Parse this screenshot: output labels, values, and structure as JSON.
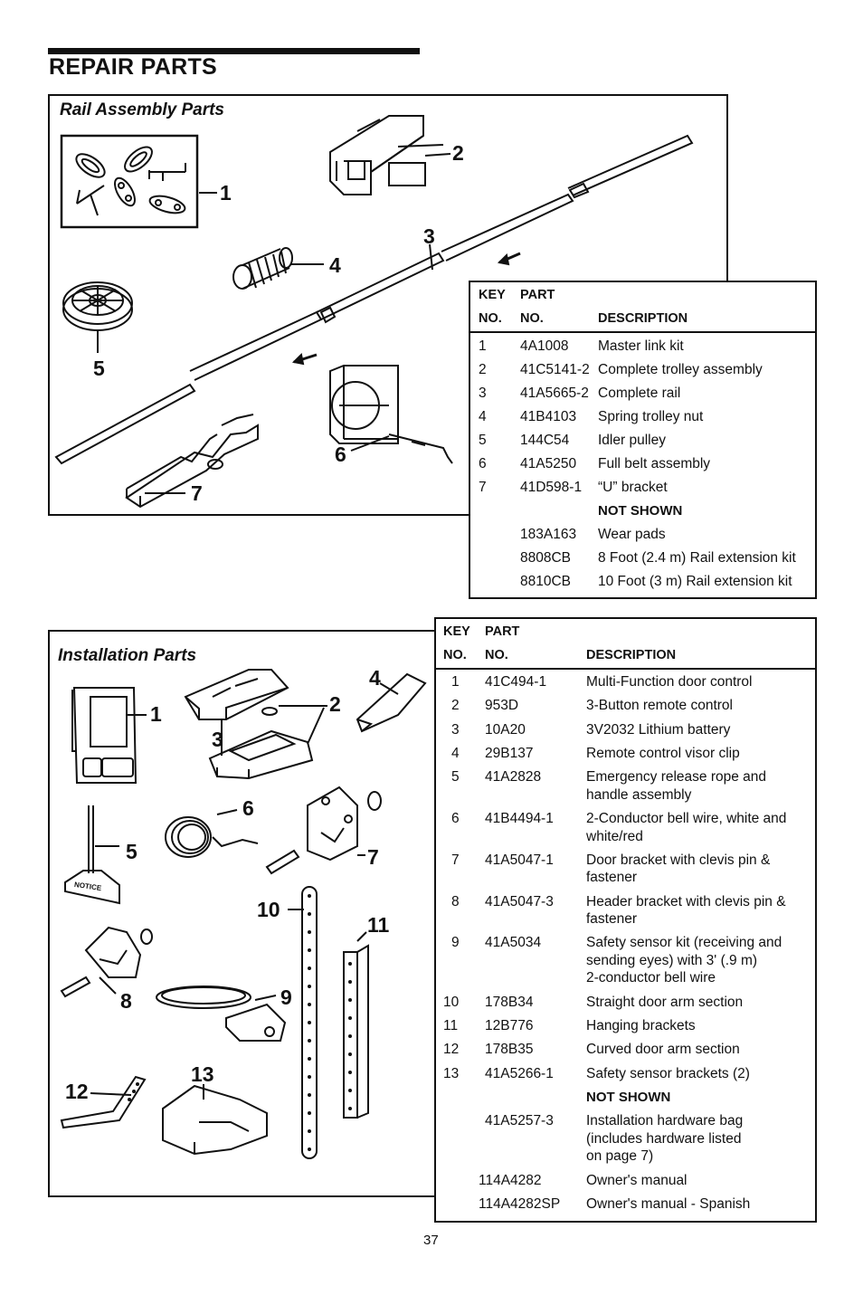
{
  "page": {
    "title": "REPAIR PARTS",
    "page_number": "37"
  },
  "rail": {
    "section_title": "Rail Assembly Parts",
    "callouts": [
      "1",
      "2",
      "3",
      "4",
      "5",
      "6",
      "7"
    ],
    "table": {
      "headers": {
        "key_top": "KEY",
        "key_bottom": "NO.",
        "part_top": "PART",
        "part_bottom": "NO.",
        "description": "DESCRIPTION"
      },
      "rows": [
        {
          "key": "1",
          "part": "4A1008",
          "desc": "Master link kit"
        },
        {
          "key": "2",
          "part": "41C5141-2",
          "desc": "Complete trolley assembly"
        },
        {
          "key": "3",
          "part": "41A5665-2",
          "desc": "Complete rail"
        },
        {
          "key": "4",
          "part": "41B4103",
          "desc": "Spring trolley nut"
        },
        {
          "key": "5",
          "part": "144C54",
          "desc": "Idler pulley"
        },
        {
          "key": "6",
          "part": "41A5250",
          "desc": "Full belt assembly"
        },
        {
          "key": "7",
          "part": "41D598-1",
          "desc": "“U” bracket"
        }
      ],
      "not_shown_label": "NOT SHOWN",
      "not_shown": [
        {
          "part": "183A163",
          "desc": "Wear pads"
        },
        {
          "part": "8808CB",
          "desc": "8 Foot (2.4 m) Rail extension kit"
        },
        {
          "part": "8810CB",
          "desc": "10 Foot (3 m) Rail extension kit"
        }
      ]
    }
  },
  "install": {
    "section_title": "Installation Parts",
    "callouts": [
      "1",
      "2",
      "3",
      "4",
      "5",
      "6",
      "7",
      "8",
      "9",
      "10",
      "11",
      "12",
      "13"
    ],
    "notice_label": "NOTICE",
    "table": {
      "headers": {
        "key_top": "KEY",
        "key_bottom": "NO.",
        "part_top": "PART",
        "part_bottom": "NO.",
        "description": "DESCRIPTION"
      },
      "rows": [
        {
          "key": "1",
          "part": "41C494-1",
          "desc": [
            "Multi-Function door control"
          ]
        },
        {
          "key": "2",
          "part": "953D",
          "desc": [
            "3-Button remote control"
          ]
        },
        {
          "key": "3",
          "part": "10A20",
          "desc": [
            "3V2032 Lithium battery"
          ]
        },
        {
          "key": "4",
          "part": "29B137",
          "desc": [
            "Remote control visor clip"
          ]
        },
        {
          "key": "5",
          "part": "41A2828",
          "desc": [
            "Emergency release rope and",
            "handle assembly"
          ]
        },
        {
          "key": "6",
          "part": "41B4494-1",
          "desc": [
            "2-Conductor bell wire, white and",
            "white/red"
          ]
        },
        {
          "key": "7",
          "part": "41A5047-1",
          "desc": [
            "Door bracket with clevis pin &",
            "fastener"
          ]
        },
        {
          "key": "8",
          "part": "41A5047-3",
          "desc": [
            "Header bracket with clevis pin &",
            "fastener"
          ]
        },
        {
          "key": "9",
          "part": "41A5034",
          "desc": [
            "Safety sensor kit (receiving and",
            "sending eyes) with 3' (.9 m)",
            "2-conductor bell wire"
          ]
        },
        {
          "key": "10",
          "part": "178B34",
          "desc": [
            "Straight door arm section"
          ]
        },
        {
          "key": "11",
          "part": "12B776",
          "desc": [
            "Hanging brackets"
          ]
        },
        {
          "key": "12",
          "part": "178B35",
          "desc": [
            "Curved door arm section"
          ]
        },
        {
          "key": "13",
          "part": "41A5266-1",
          "desc": [
            "Safety sensor brackets (2)"
          ]
        }
      ],
      "not_shown_label": "NOT SHOWN",
      "not_shown": [
        {
          "part": "41A5257-3",
          "desc": [
            "Installation hardware bag",
            "(includes hardware listed",
            "on page 7)"
          ]
        },
        {
          "part": "114A4282",
          "desc": [
            "Owner's manual"
          ]
        },
        {
          "part": "114A4282SP",
          "desc": [
            "Owner's manual - Spanish"
          ]
        }
      ]
    }
  }
}
